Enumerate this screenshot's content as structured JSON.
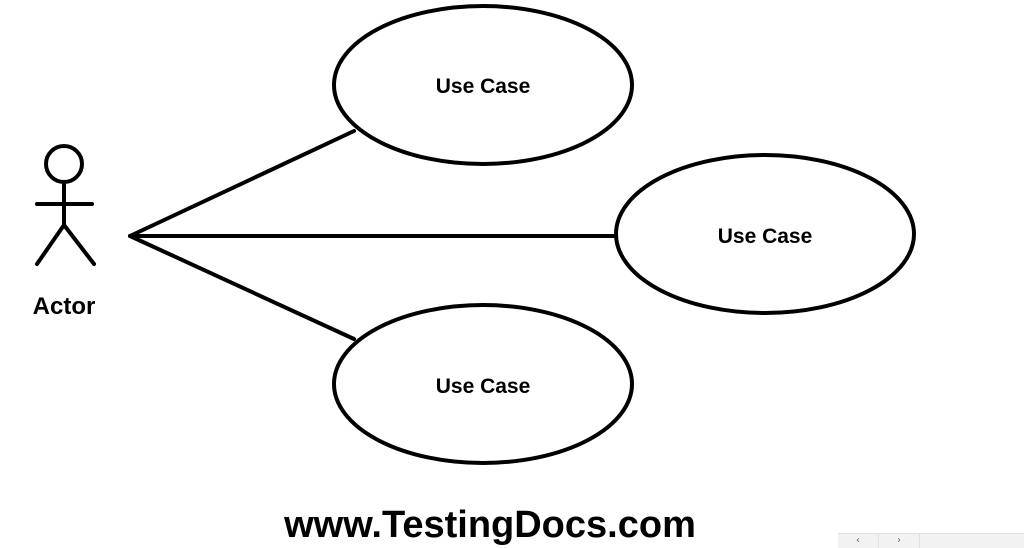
{
  "actor": {
    "label": "Actor"
  },
  "use_cases": [
    {
      "label": "Use Case"
    },
    {
      "label": "Use Case"
    },
    {
      "label": "Use Case"
    }
  ],
  "watermark": {
    "text": "www.TestingDocs.com"
  },
  "colors": {
    "stroke": "#000000",
    "background": "#ffffff"
  },
  "icons": {
    "actor": "stick-figure-icon",
    "prev": "chevron-left-icon",
    "next": "chevron-right-icon"
  }
}
